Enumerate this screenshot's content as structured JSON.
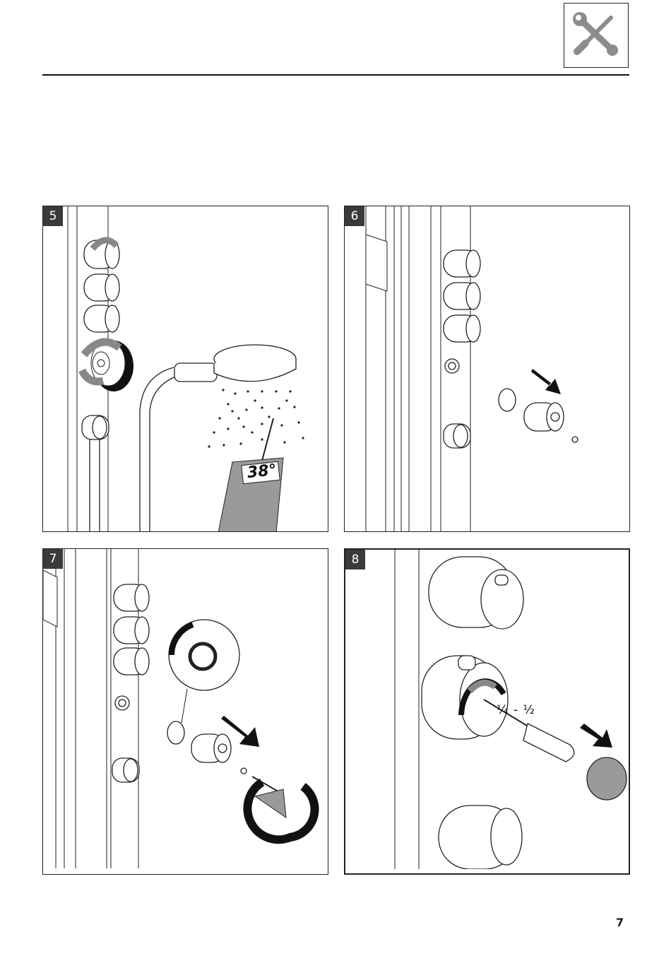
{
  "header": {
    "icon": "wrench-screwdriver-icon"
  },
  "steps": [
    {
      "number": "5",
      "thermometer_reading": "38°"
    },
    {
      "number": "6"
    },
    {
      "number": "7"
    },
    {
      "number": "8",
      "rotation_label": "¼ - ½"
    }
  ],
  "footer": {
    "page_number": "7"
  }
}
